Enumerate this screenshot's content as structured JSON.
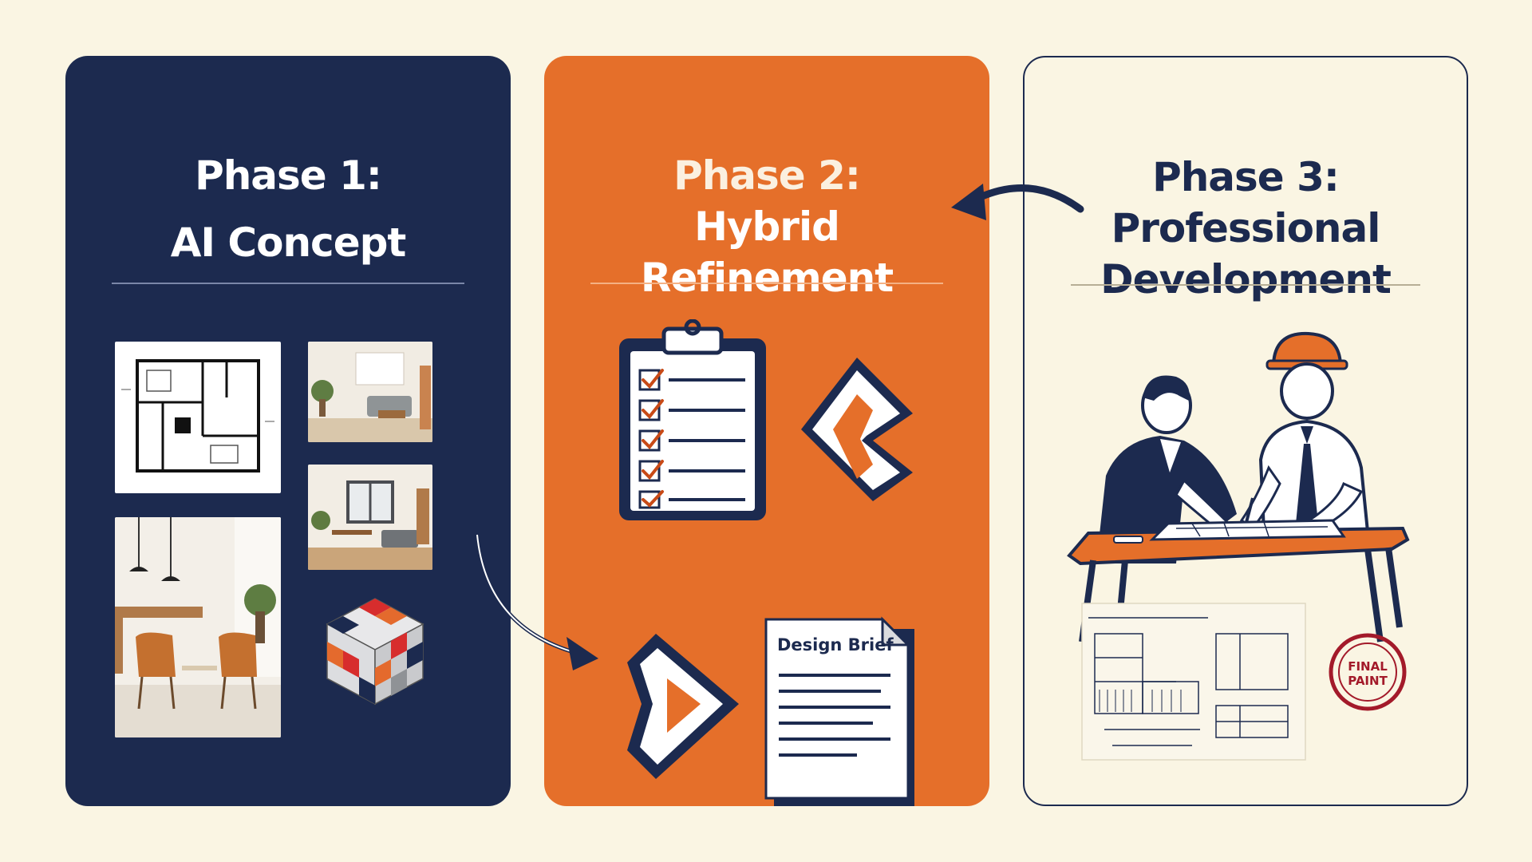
{
  "colors": {
    "background": "#faf5e3",
    "navy": "#1c2a4f",
    "orange": "#e56f2a",
    "cream": "#faf5e3"
  },
  "phases": [
    {
      "heading": "Phase 1:",
      "subtitle": "AI Concept"
    },
    {
      "heading": "Phase 2:",
      "subtitle_line1": "Hybrid",
      "subtitle_line2": "Refinement"
    },
    {
      "heading": "Phase 3:",
      "subtitle_line1": "Professional",
      "subtitle_line2": "Development"
    }
  ],
  "phase2_document": {
    "title": "Design Brief"
  },
  "phase3_stamp": {
    "line1": "FINAL",
    "line2": "PAINT"
  },
  "icons": {
    "floor_plan": "floor-plan-icon",
    "clipboard": "clipboard-checklist-icon",
    "cube": "color-cube-icon",
    "document": "document-icon",
    "architects": "architects-collaborating-icon",
    "stamp": "approval-stamp-icon"
  }
}
